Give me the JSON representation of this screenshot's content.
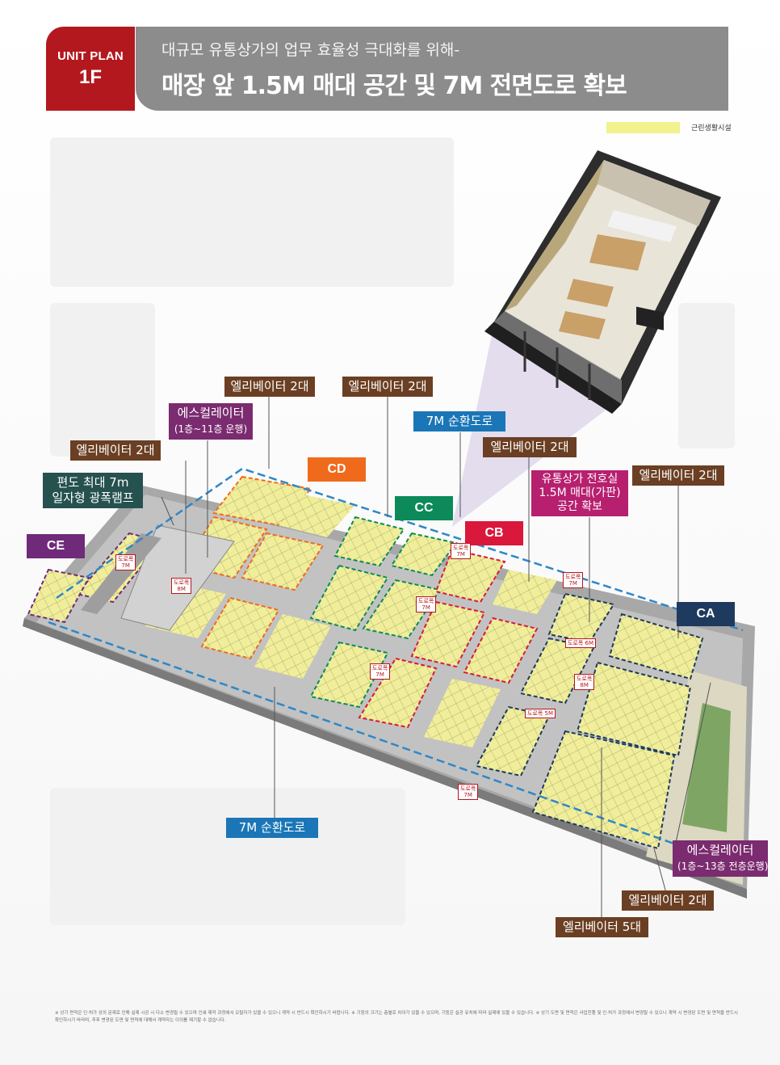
{
  "header": {
    "badge_line1": "UNIT PLAN",
    "badge_line2": "1F",
    "subtitle": "대규모 유통상가의 업무 효율성 극대화를 위해-",
    "title": "매장 앞 1.5M 매대 공간 및 7M 전면도로 확보"
  },
  "legend": {
    "label": "근린생활시설",
    "color": "#f2f28e"
  },
  "zones": {
    "cd": "CD",
    "cc": "CC",
    "cb": "CB",
    "ce": "CE",
    "ca": "CA"
  },
  "callouts": {
    "elevator_2_a": "엘리베이터 2대",
    "elevator_2_b": "엘리베이터 2대",
    "escalator_top_line1": "에스컬레이터",
    "escalator_top_line2": "(1층~11층 운행)",
    "elevator_2_c": "엘리베이터 2대",
    "ramp_line1": "편도 최대 7m",
    "ramp_line2": "일자형 광폭램프",
    "road_7m_top": "7M 순환도로",
    "elevator_2_d": "엘리베이터 2대",
    "shop_line1": "유통상가 전호실",
    "shop_line2": "1.5M 매대(가판)",
    "shop_line3": "공간 확보",
    "elevator_2_e": "엘리베이터 2대",
    "road_7m_bottom": "7M 순환도로",
    "escalator_bottom_line1": "에스컬레이터",
    "escalator_bottom_line2": "(1층~13층 전층운행)",
    "elevator_2_f": "엘리베이터 2대",
    "elevator_5": "엘리베이터 5대"
  },
  "road_tags": {
    "t1a": "도로폭",
    "t1b": "7M",
    "t2a": "도로폭",
    "t2b": "8M",
    "t3a": "도로폭",
    "t3b": "7M",
    "t4a": "도로폭",
    "t4b": "7M",
    "t5a": "도로폭",
    "t5b": "7M",
    "t6": "도로폭 6M",
    "t7a": "도로폭",
    "t7b": "8M",
    "t8": "도로폭 5M",
    "t9a": "도로폭",
    "t9b": "7M",
    "t10a": "도로폭",
    "t10b": "7M"
  },
  "footnote": "※ 상기 면적은 인·허가 상의 문제로 인해 실제 시공 시 다소 변경될 수 있으며 인쇄 제작 과정에서 오탈자가 있을 수 있으니 계약 시 반드시 확인하시기 바랍니다. ※ 기둥의 크기는 층별로 차이가 있을 수 있으며, 기둥은 실공 유치에 따라 실제에 있을 수 있습니다. ※ 상기 도면 및 면적은 사업진행 및 인·허가 과정에서 변경될 수 있으니 계약 시 변경된 도면 및 면적을 반드시 확인하시기 바라며, 추후 변경된 도면 및 면적에 대해서 계약자는 이의를 제기할 수 없습니다."
}
